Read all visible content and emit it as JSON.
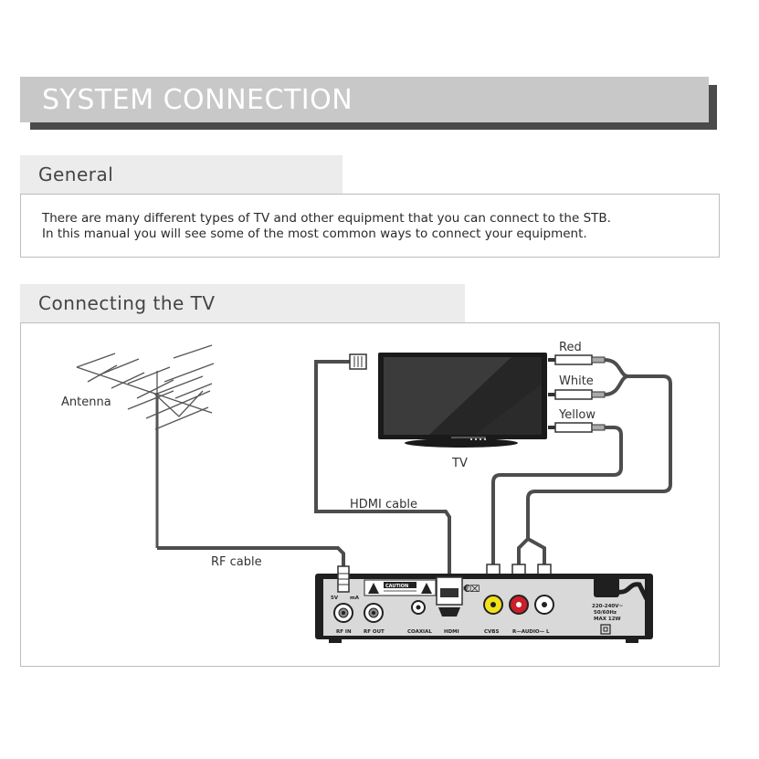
{
  "page": {
    "title": "SYSTEM CONNECTION"
  },
  "general": {
    "heading": "General",
    "lines": [
      "There are many different types of TV and other equipment that you can connect to the STB.",
      "In this manual you will see some of the most common ways to connect your equipment."
    ]
  },
  "connecting": {
    "heading": "Connecting the TV"
  },
  "diagram": {
    "antenna_label": "Antenna",
    "tv_label": "TV",
    "hdmi_cable_label": "HDMI cable",
    "rf_cable_label": "RF cable",
    "plug_labels": {
      "red": "Red",
      "white": "White",
      "yellow": "Yellow"
    },
    "stb": {
      "caution_label": "CAUTION",
      "ports": {
        "rf_in": "RF IN",
        "rf_out": "RF OUT",
        "coaxial": "COAXIAL",
        "hdmi": "HDMI",
        "cvbs": "CVBS",
        "audio": "R—AUDIO— L"
      },
      "power_lines": [
        "220-240V~",
        "50/60Hz",
        "MAX 12W"
      ],
      "rf_in_note": "5V",
      "rf_in_note_suffix": "mA"
    },
    "colors": {
      "cable": "#4d4d4d",
      "red_jack": "#cc1f2a",
      "yellow_jack": "#f2e21a",
      "panel": "#d9d9d9"
    }
  }
}
